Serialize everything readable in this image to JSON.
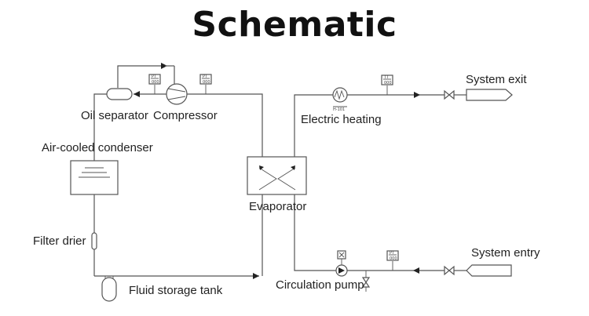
{
  "title": "Schematic",
  "labels": {
    "oil_separator": "Oil separator",
    "compressor": "Compressor",
    "air_cooled_condenser": "Air-cooled condenser",
    "filter_drier": "Filter drier",
    "fluid_storage_tank": "Fluid storage tank",
    "evaporator": "Evaporator",
    "electric_heating": "Electric heating",
    "heater_tag": "H-101",
    "system_exit": "System exit",
    "system_entry": "System entry",
    "circulation_pump": "Circulation pump"
  },
  "colors": {
    "line": "#555555",
    "arrow": "#222222",
    "text": "#222222"
  }
}
